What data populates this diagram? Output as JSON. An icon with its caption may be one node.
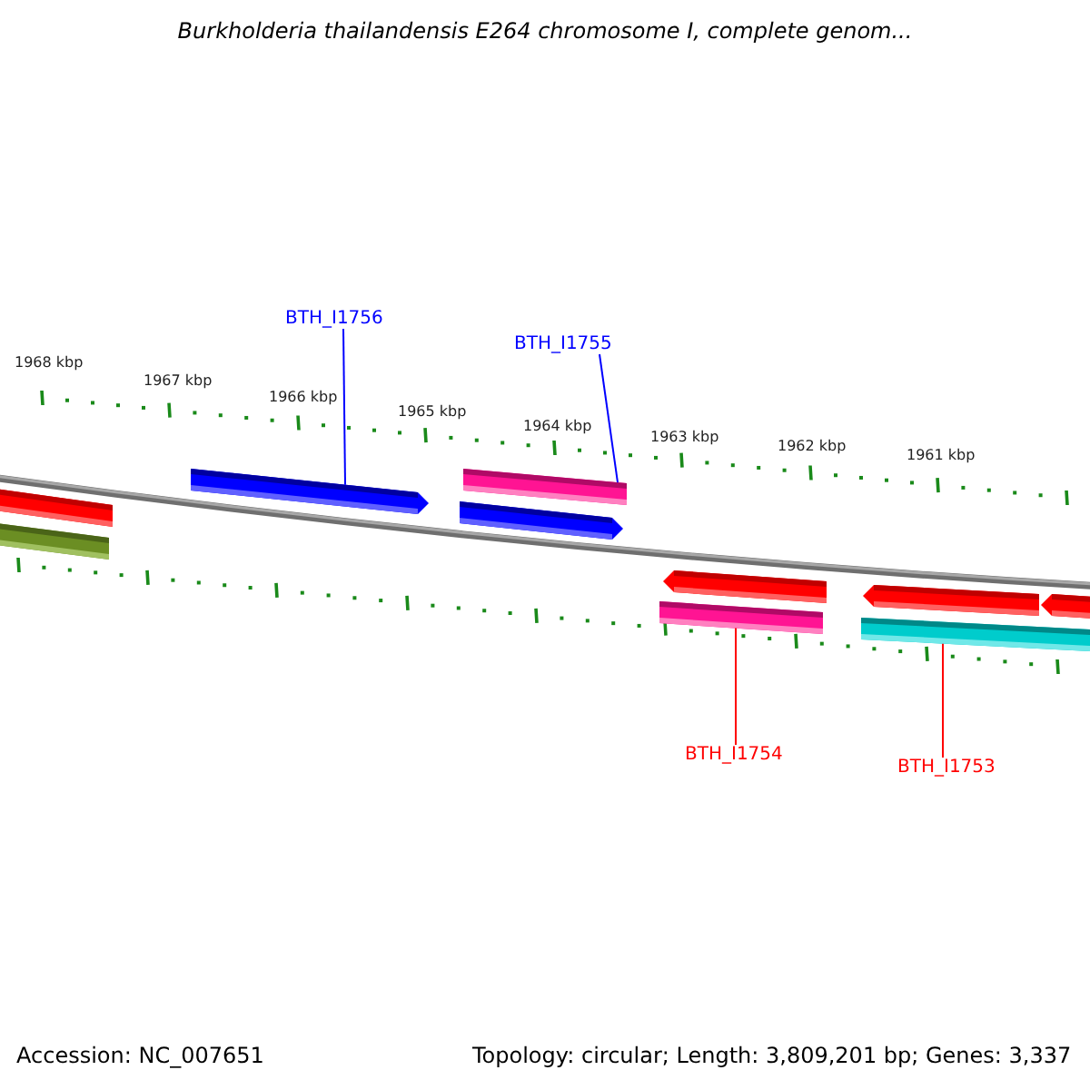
{
  "diagram": {
    "title": "Burkholderia thailandensis E264 chromosome I, complete genom...",
    "nodes": [
      {
        "text": [
          "BTH_I1756"
        ]
      },
      {
        "text": [
          "BTH_I1755"
        ]
      },
      {
        "text": [],
        "shape": "bar"
      },
      {
        "text": [],
        "shape": "bar"
      },
      {
        "text": [],
        "shape": "bar"
      },
      {
        "text": [],
        "shape": "bar"
      },
      {
        "text": [
          "BTH_I1754"
        ]
      },
      {
        "text": [
          "BTH_I1753"
        ]
      }
    ],
    "edges": [
      {
        "from": 0,
        "to": 2,
        "arrow": "none",
        "color": "#0000ff"
      },
      {
        "from": 1,
        "to": 3,
        "arrow": "none",
        "color": "#0000ff"
      },
      {
        "from": 6,
        "to": 4,
        "arrow": "none",
        "color": "#ff0000"
      },
      {
        "from": 7,
        "to": 5,
        "arrow": "none",
        "color": "#ff0000"
      }
    ],
    "labels": [
      "1968 kbp",
      "1967 kbp",
      "1966 kbp",
      "1965 kbp",
      "1964 kbp",
      "1963 kbp",
      "1962 kbp",
      "1961 kbp",
      "Accession: NC_007651",
      "Topology: circular; Length: 3,809,201 bp; Genes: 3,337"
    ]
  }
}
